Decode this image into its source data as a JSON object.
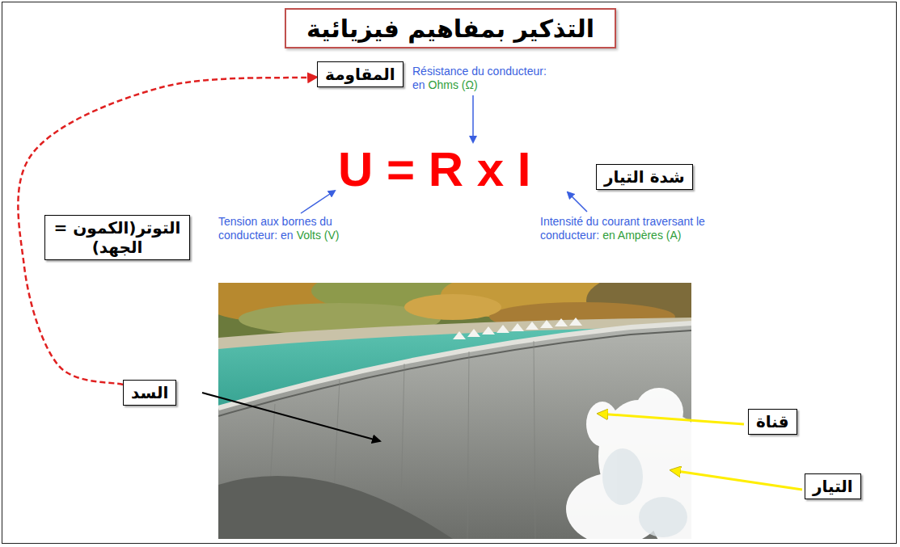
{
  "diagram": {
    "title": "التذكير بمفاهيم فيزيائية",
    "nodes": [
      {
        "text": [
          "المقاومة"
        ]
      },
      {
        "text": [
          "شدة التيار"
        ]
      },
      {
        "text": [
          "التوتر(الكمون = الجهد)"
        ]
      },
      {
        "text": [
          "السد"
        ]
      },
      {
        "text": [
          "قناة"
        ]
      },
      {
        "text": [
          "التيار"
        ]
      }
    ],
    "edges": [
      {
        "from": 3,
        "to": 0,
        "arrow": "to"
      }
    ],
    "labels": [
      "Résistance du conducteur: en",
      "Ohms (Ω)",
      "U = R x I",
      "Tension aux bornes du conducteur: en",
      "Volts (V)",
      "Intensité du courant traversant le conducteur:",
      "en Ampères (A)"
    ]
  }
}
